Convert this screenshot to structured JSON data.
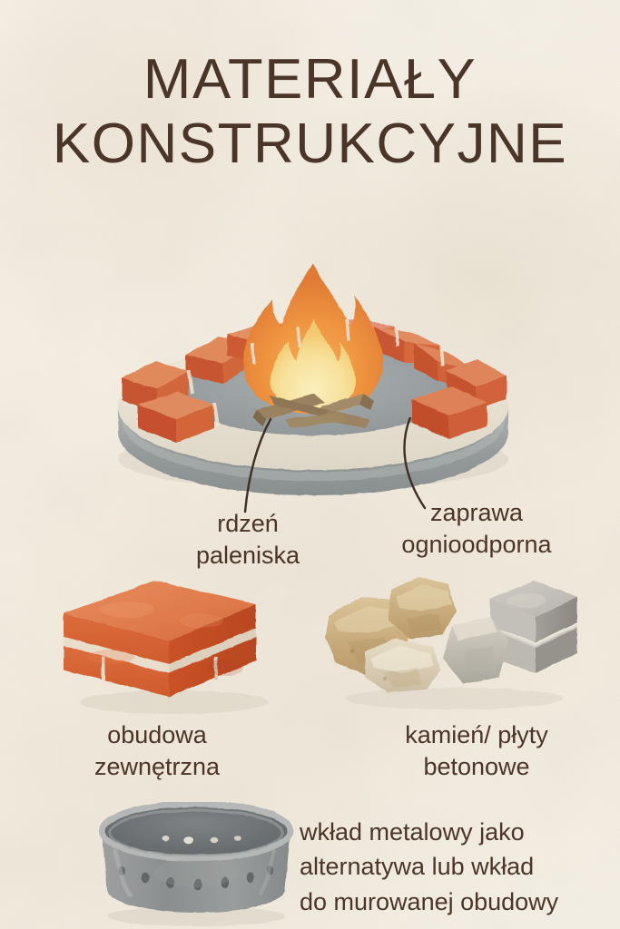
{
  "poster": {
    "background_color": "#f5efe3",
    "ink_color": "#4a3528"
  },
  "title": {
    "line1": "MATERIAŁY",
    "line2": "KONSTRUKCYJNE"
  },
  "labels": {
    "core": "rdzeń\npaleniska",
    "mortar": "zaprawa\nognioodporna",
    "outer_casing": "obudowa\nzewnętrzna",
    "stone_slabs": "kamień/ płyty\nbetonowe",
    "metal_insert": "wkład metalowy jako\nalternatywa lub wkład\ndo murowanej obudowy"
  },
  "illustrations": {
    "firepit": {
      "name": "watercolor-firepit",
      "brick_top_color": "#dd7a4d",
      "brick_side_color": "#c8562f",
      "mortar_color": "#f0e4d2",
      "base_top_color": "#e6dfd2",
      "base_side_color": "#9a9fa0",
      "inner_floor_color": "#9ba0a1",
      "flame_outer_color": "#ec8a3a",
      "flame_mid_color": "#f2a84f",
      "flame_inner_color": "#f7e6a4",
      "log_color": "#9d8464"
    },
    "brick": {
      "name": "watercolor-brick-stack",
      "top_color": "#e07a4c",
      "front_color": "#d85f31",
      "side_color": "#c24f28",
      "mortar_color": "#e8dccb"
    },
    "stones": {
      "name": "watercolor-stones-and-slabs",
      "stone_color": "#c9a878",
      "stone_light_color": "#ddc9a4",
      "slab_color": "#b9b7b2",
      "slab_dark_color": "#8d8b88"
    },
    "bowl": {
      "name": "watercolor-metal-fire-bowl",
      "body_color": "#97999a",
      "rim_color": "#b3b5b4",
      "inner_color": "#6f7375",
      "hole_color": "#5b5f61"
    }
  },
  "leader_lines": {
    "color": "#3e2f26",
    "count": 2
  }
}
